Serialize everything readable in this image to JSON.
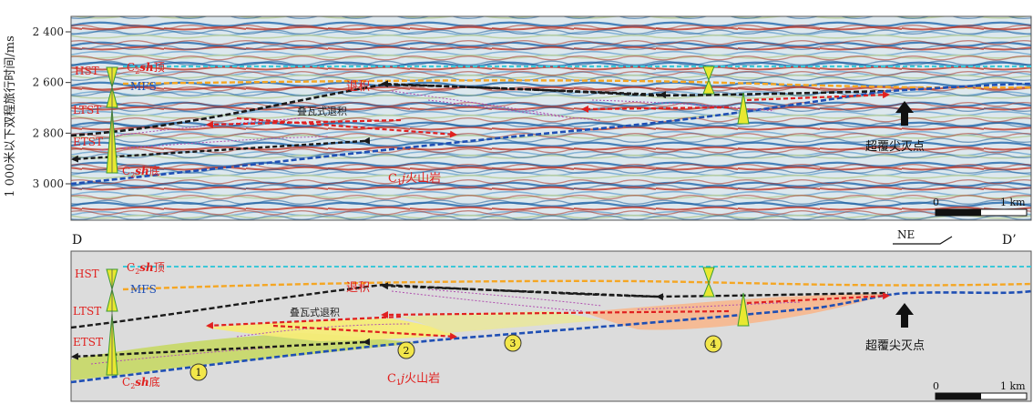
{
  "y_axis_label": "1 000米以下双程旅行时间/ms",
  "y_ticks": [
    {
      "label": "2 400",
      "value": 2400
    },
    {
      "label": "2 600",
      "value": 2600
    },
    {
      "label": "2 800",
      "value": 2800
    },
    {
      "label": "3 000",
      "value": 3000
    }
  ],
  "sequence_labels": {
    "hst": "HST",
    "mfs": "MFS",
    "ltst": "LTST",
    "etst": "ETST",
    "top_prefix": "C",
    "top_sub": "2",
    "top_italic": "sh",
    "top_suffix": "顶",
    "base_prefix": "C",
    "base_sub": "2",
    "base_italic": "sh",
    "base_suffix": "底",
    "volcanic_prefix": "C",
    "volcanic_sub": "1",
    "volcanic_italic": "j",
    "volcanic_suffix": "火山岩"
  },
  "annotations": {
    "retreat": "退积",
    "shingled_retreat": "叠瓦式退积",
    "onlap_pinchout": "超覆尖灭点"
  },
  "scale_bar": {
    "zero": "0",
    "distance": "1 km"
  },
  "profile": {
    "start": "D",
    "end": "D’",
    "direction": "NE"
  },
  "lobes": [
    "1",
    "2",
    "3",
    "4"
  ],
  "colors": {
    "c2sh_top": "#3cc8d8",
    "mfs": "#f5a623",
    "retreat_boundary": "#1a1a1a",
    "base": "#1f4fb4",
    "progradation_arrow": "#e02020",
    "internal_reflector": "#b050b0",
    "label_red": "#e0201e",
    "label_blue": "#1f4fb4",
    "lobe1_fill": "#c7d86a",
    "lobe2_fill": "#f5ec78",
    "lobe3_fill": "#e8e6a0",
    "lobe4_fill": "#f5b890",
    "panel_bg": "#dcdcdc"
  }
}
